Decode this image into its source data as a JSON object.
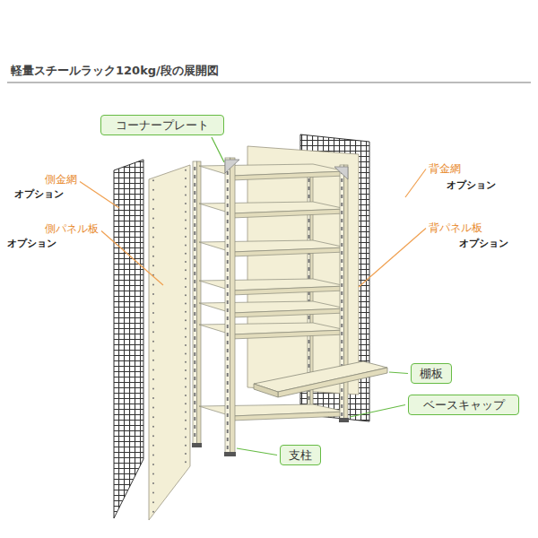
{
  "diagram": {
    "title": "軽量スチールラック120kg/段の展開図",
    "nodes": [
      {
        "text": [
          "コーナープレート"
        ]
      },
      {
        "text": [
          "棚板"
        ]
      },
      {
        "text": [
          "ベースキャップ"
        ]
      },
      {
        "text": [
          "支柱"
        ]
      }
    ],
    "labels": [
      "側金網",
      "オプション",
      "側パネル板",
      "オプション",
      "背金網",
      "オプション",
      "背パネル板",
      "オプション"
    ]
  }
}
